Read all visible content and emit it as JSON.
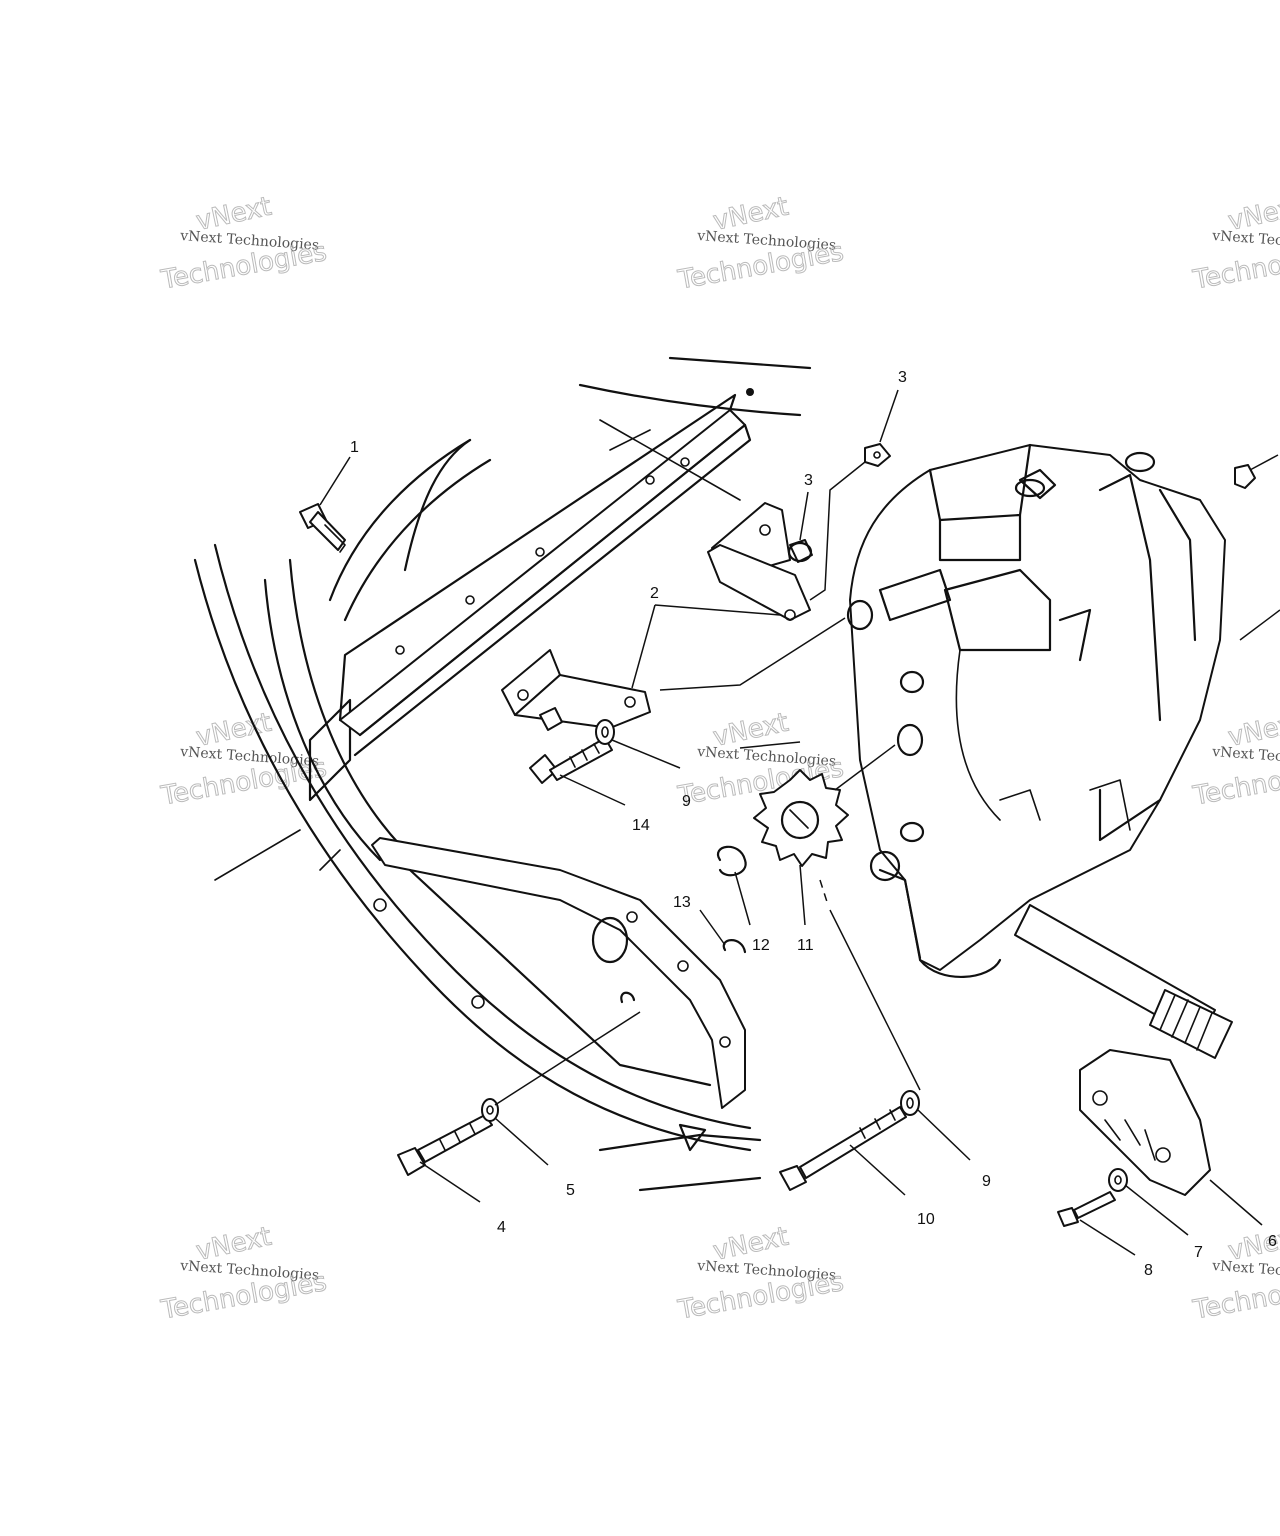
{
  "callouts": [
    {
      "id": "1",
      "label": "1"
    },
    {
      "id": "2",
      "label": "2"
    },
    {
      "id": "3a",
      "label": "3"
    },
    {
      "id": "3b",
      "label": "3"
    },
    {
      "id": "4",
      "label": "4"
    },
    {
      "id": "5",
      "label": "5"
    },
    {
      "id": "6",
      "label": "6"
    },
    {
      "id": "7",
      "label": "7"
    },
    {
      "id": "8",
      "label": "8"
    },
    {
      "id": "9a",
      "label": "9"
    },
    {
      "id": "9b",
      "label": "9"
    },
    {
      "id": "10",
      "label": "10"
    },
    {
      "id": "11",
      "label": "11"
    },
    {
      "id": "12",
      "label": "12"
    },
    {
      "id": "13",
      "label": "13"
    },
    {
      "id": "14",
      "label": "14"
    }
  ],
  "watermark": {
    "brand": "vNext",
    "line": "vNext Technologies",
    "big": "Technologies"
  },
  "colors": {
    "ink": "#111111",
    "background": "#ffffff",
    "watermark": "#bbbbbb"
  }
}
